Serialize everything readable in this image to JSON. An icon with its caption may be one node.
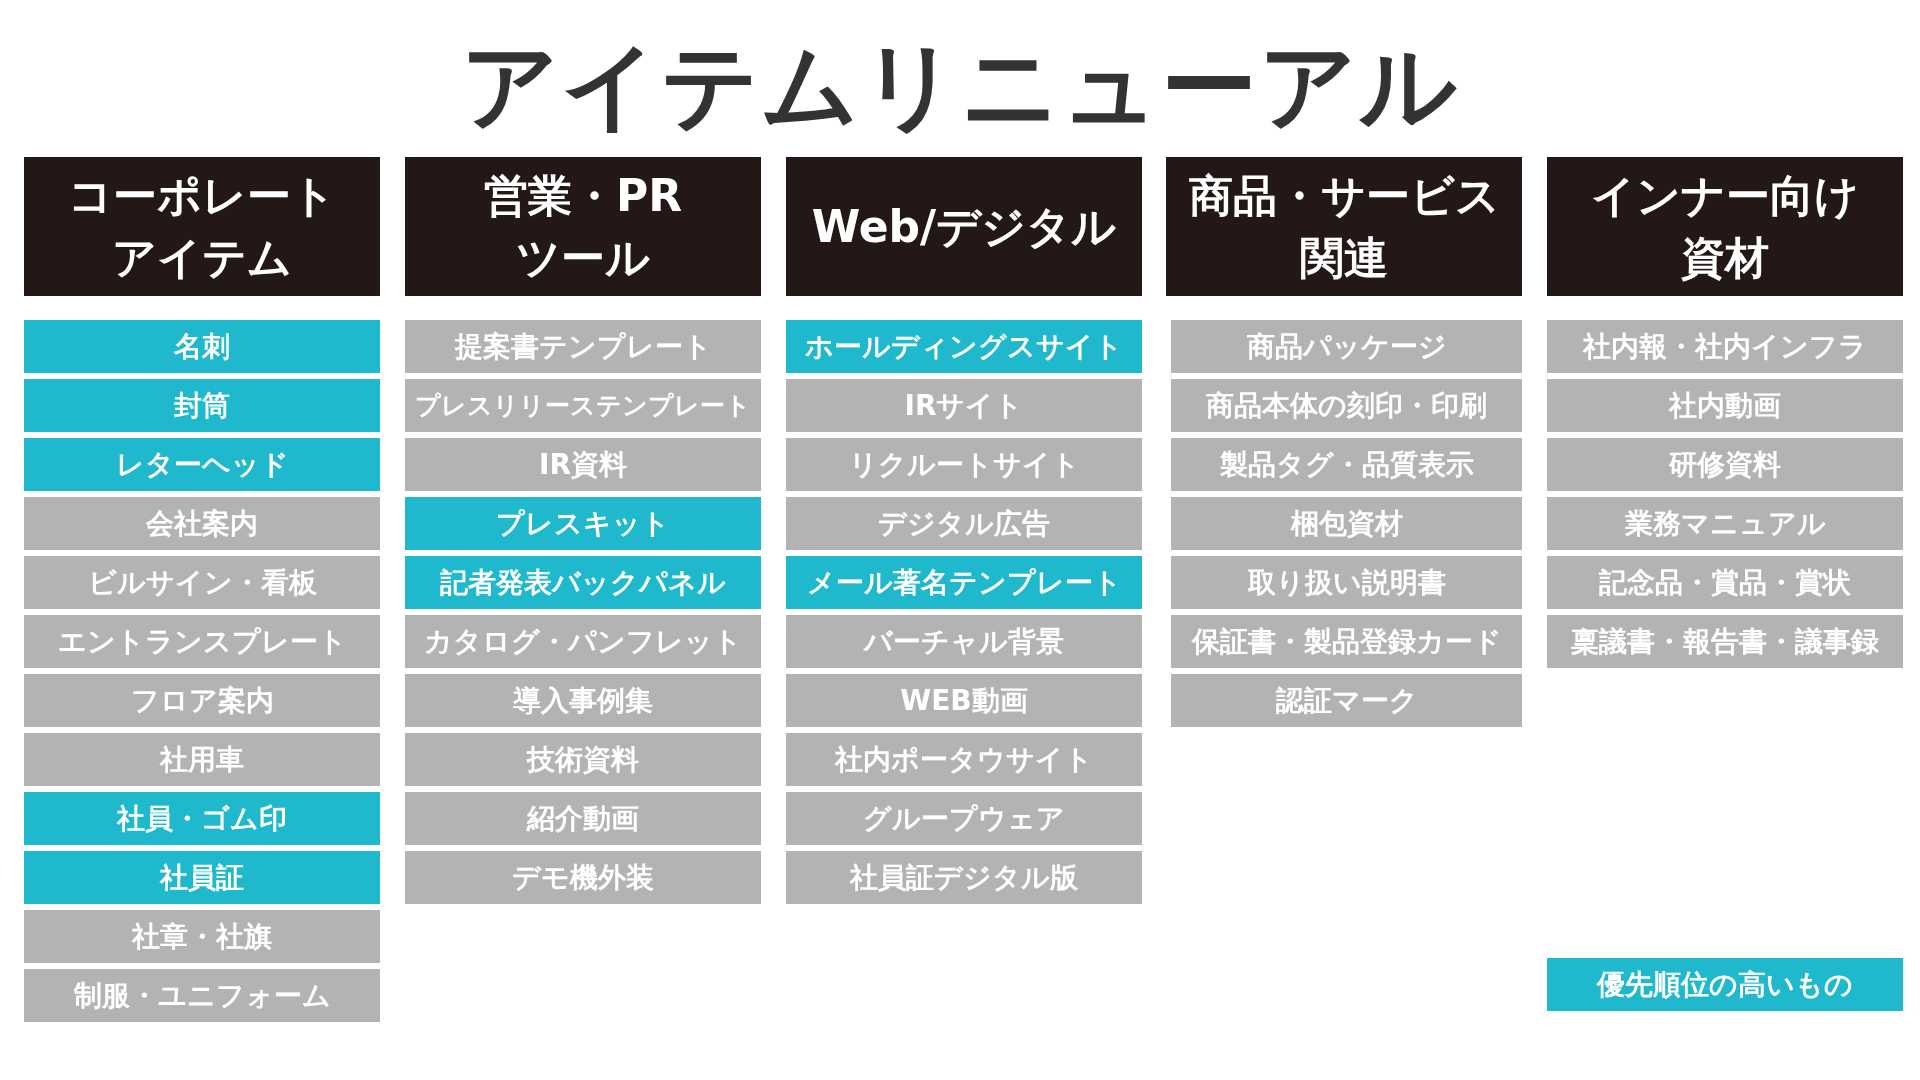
{
  "diagram": {
    "title": "アイテムリニューアル",
    "nodes": [
      {
        "text": [
          "コーポレートアイテム"
        ]
      },
      {
        "text": [
          "名刺"
        ]
      },
      {
        "text": [
          "封筒"
        ]
      },
      {
        "text": [
          "レターヘッド"
        ]
      },
      {
        "text": [
          "会社案内"
        ]
      },
      {
        "text": [
          "ビルサイン・看板"
        ]
      },
      {
        "text": [
          "エントランスプレート"
        ]
      },
      {
        "text": [
          "フロア案内"
        ]
      },
      {
        "text": [
          "社用車"
        ]
      },
      {
        "text": [
          "社員・ゴム印"
        ]
      },
      {
        "text": [
          "社員証"
        ]
      },
      {
        "text": [
          "社章・社旗"
        ]
      },
      {
        "text": [
          "制服・ユニフォーム"
        ]
      },
      {
        "text": [
          "営業・PRツール"
        ]
      },
      {
        "text": [
          "提案書テンプレート"
        ]
      },
      {
        "text": [
          "プレスリリーステンプレート"
        ]
      },
      {
        "text": [
          "IR資料"
        ]
      },
      {
        "text": [
          "プレスキット"
        ]
      },
      {
        "text": [
          "記者発表バックパネル"
        ]
      },
      {
        "text": [
          "カタログ・パンフレット"
        ]
      },
      {
        "text": [
          "導入事例集"
        ]
      },
      {
        "text": [
          "技術資料"
        ]
      },
      {
        "text": [
          "紹介動画"
        ]
      },
      {
        "text": [
          "デモ機外装"
        ]
      },
      {
        "text": [
          "Web/デジタル"
        ]
      },
      {
        "text": [
          "ホールディングスサイト"
        ]
      },
      {
        "text": [
          "IRサイト"
        ]
      },
      {
        "text": [
          "リクルートサイト"
        ]
      },
      {
        "text": [
          "デジタル広告"
        ]
      },
      {
        "text": [
          "メール著名テンプレート"
        ]
      },
      {
        "text": [
          "バーチャル背景"
        ]
      },
      {
        "text": [
          "WEB動画"
        ]
      },
      {
        "text": [
          "社内ポータウサイト"
        ]
      },
      {
        "text": [
          "グループウェア"
        ]
      },
      {
        "text": [
          "社員証デジタル版"
        ]
      },
      {
        "text": [
          "商品・サービス関連"
        ]
      },
      {
        "text": [
          "商品パッケージ"
        ]
      },
      {
        "text": [
          "商品本体の刻印・印刷"
        ]
      },
      {
        "text": [
          "製品タグ・品質表示"
        ]
      },
      {
        "text": [
          "梱包資材"
        ]
      },
      {
        "text": [
          "取り扱い説明書"
        ]
      },
      {
        "text": [
          "保証書・製品登録カード"
        ]
      },
      {
        "text": [
          "認証マーク"
        ]
      },
      {
        "text": [
          "インナー向け資材"
        ]
      },
      {
        "text": [
          "社内報・社内インフラ"
        ]
      },
      {
        "text": [
          "社内動画"
        ]
      },
      {
        "text": [
          "研修資料"
        ]
      },
      {
        "text": [
          "業務マニュアル"
        ]
      },
      {
        "text": [
          "記念品・賞品・賞状"
        ]
      },
      {
        "text": [
          "稟議書・報告書・議事録"
        ]
      }
    ],
    "legend": [
      {
        "text": "優先順位の高いもの",
        "color": "#1fb8cc"
      }
    ]
  }
}
